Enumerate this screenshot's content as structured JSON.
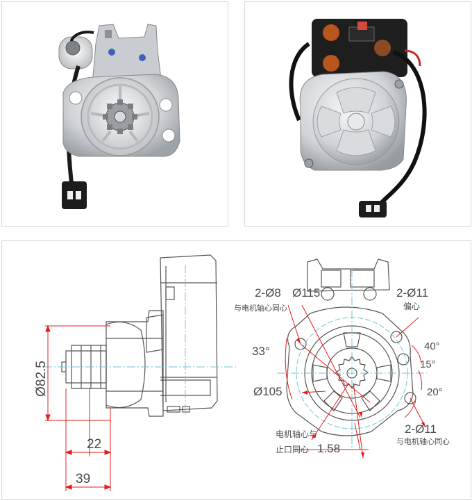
{
  "photos": {
    "front": {
      "icon": "starter-motor-front-photo"
    },
    "back": {
      "icon": "starter-motor-back-photo"
    }
  },
  "side_view": {
    "dim_dia": "Ø82.5",
    "dim_22": "22",
    "dim_39": "39"
  },
  "front_view": {
    "hole_2x8": "2-Ø8",
    "dia_115": "Ø115",
    "note_concentric_axis": "与电机轴心同心",
    "hole_2x11_top": "2-Ø11",
    "note_eccentric": "偏心",
    "angle_33": "33°",
    "angle_40": "40°",
    "angle_15": "15°",
    "angle_20": "20°",
    "dia_105": "Ø105",
    "hole_2x11_bottom": "2-Ø11",
    "note_concentric_axis_2": "与电机轴心同心",
    "note_axis_line1": "电机轴心与",
    "note_axis_line2": "止口同心",
    "offset": "1.58"
  },
  "colors": {
    "dimension_red": "#e0201c",
    "outline": "#555555",
    "centerline_cyan": "#6fc6d4"
  }
}
